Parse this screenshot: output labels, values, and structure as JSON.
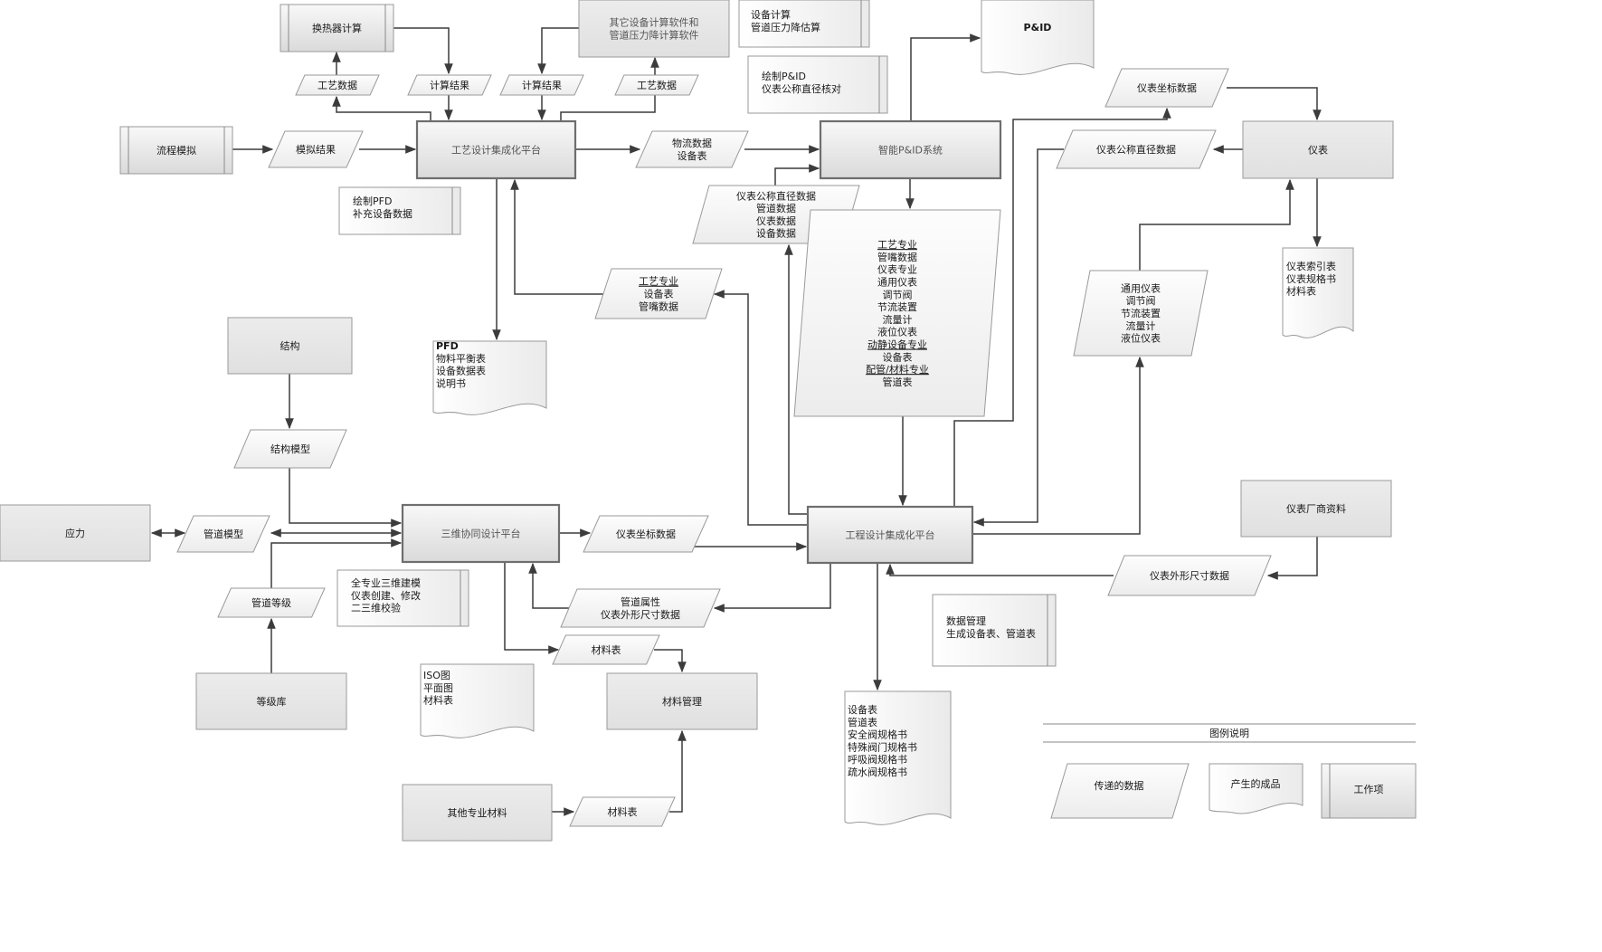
{
  "nodes": {
    "heat_exchanger_calc": "换热器计算",
    "process_data_1": "工艺数据",
    "calc_result_1": "计算结果",
    "other_equipment_software": [
      "其它设备计算软件和",
      "管道压力降计算软件"
    ],
    "calc_result_2": "计算结果",
    "process_data_2": "工艺数据",
    "equipment_calc_note": [
      "设备计算",
      "管道压力降估算"
    ],
    "pid_doc": "P&ID",
    "draw_pid_note": [
      "绘制P&ID",
      "仪表公称直径核对"
    ],
    "flow_simulation": "流程模拟",
    "simulation_result": "模拟结果",
    "process_platform": "工艺设计集成化平台",
    "stream_data": [
      "物流数据",
      "设备表"
    ],
    "smart_pid": "智能P&ID系统",
    "instrument_coord_data_top": "仪表坐标数据",
    "instrument_nominal_dia_data": "仪表公称直径数据",
    "instrument": "仪表",
    "draw_pfd_note": [
      "绘制PFD",
      "补充设备数据"
    ],
    "pid_to_platform_data": [
      "仪表公称直径数据",
      "管道数据",
      "仪表数据",
      "设备数据"
    ],
    "big_discipline_data": [
      "工艺专业",
      "管嘴数据",
      "仪表专业",
      "通用仪表",
      "调节阀",
      "节流装置",
      "流量计",
      "液位仪表",
      "动静设备专业",
      "设备表",
      "配管/材料专业",
      "管道表"
    ],
    "instrument_list_doc": [
      "仪表索引表",
      "仪表规格书",
      "材料表"
    ],
    "process_discipline_data": [
      "工艺专业",
      "设备表",
      "管嘴数据"
    ],
    "pfd_doc": [
      "PFD",
      "物料平衡表",
      "设备数据表",
      "说明书"
    ],
    "instrument_types": [
      "通用仪表",
      "调节阀",
      "节流装置",
      "流量计",
      "液位仪表"
    ],
    "structure": "结构",
    "structure_model": "结构模型",
    "stress": "应力",
    "pipe_model": "管道模型",
    "collab_3d_platform": "三维协同设计平台",
    "instrument_coord_data_mid": "仪表坐标数据",
    "engineering_platform": "工程设计集成化平台",
    "vendor_data": "仪表厂商资料",
    "instrument_dim_data": "仪表外形尺寸数据",
    "pipe_class": "管道等级",
    "modeling_note": [
      "全专业三维建模",
      "仪表创建、修改",
      "二三维校验"
    ],
    "pipe_attributes": [
      "管道属性",
      "仪表外形尺寸数据"
    ],
    "data_mgmt_note": [
      "数据管理",
      "生成设备表、管道表"
    ],
    "class_library": "等级库",
    "mto_1": "材料表",
    "iso_doc": [
      "ISO图",
      "平面图",
      "材料表"
    ],
    "material_mgmt": "材料管理",
    "output_doc": [
      "设备表",
      "管道表",
      "安全阀规格书",
      "特殊阀门规格书",
      "呼吸阀规格书",
      "疏水阀规格书"
    ],
    "other_materials": "其他专业材料",
    "mto_2": "材料表"
  },
  "legend": {
    "title": "图例说明",
    "data_item": "传递的数据",
    "product_item": "产生的成品",
    "work_item": "工作项"
  },
  "colors": {
    "box_fill_top": "#f7f7f7",
    "box_fill_bottom": "#dcdcdc",
    "edge": "#3c3c3c"
  }
}
